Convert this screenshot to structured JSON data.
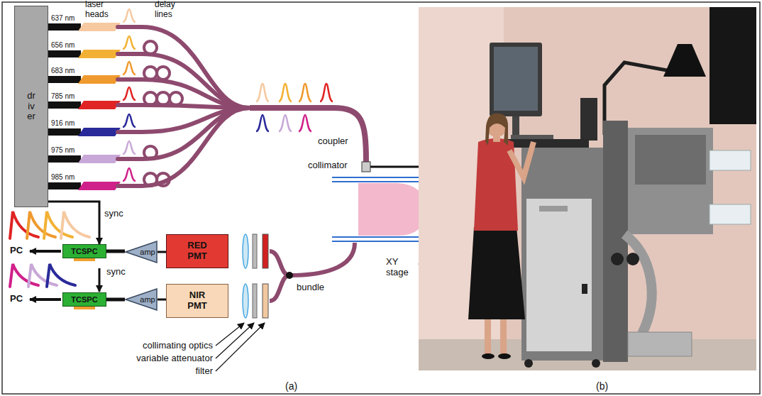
{
  "diagram": {
    "nodes": [
      {
        "text": [
          "driver"
        ]
      },
      {
        "text": [
          "TCSPC"
        ]
      },
      {
        "text": [
          "amp"
        ]
      },
      {
        "text": [
          "RED PMT"
        ]
      },
      {
        "text": [
          "TCSPC"
        ]
      },
      {
        "text": [
          "amp"
        ]
      },
      {
        "text": [
          "NIR PMT"
        ]
      }
    ],
    "edges": [
      {
        "from": 0,
        "to": 1,
        "arrow": "to",
        "label": "sync"
      },
      {
        "from": 3,
        "to": 2,
        "arrow": "none"
      },
      {
        "from": 2,
        "to": 1,
        "arrow": "none"
      },
      {
        "from": 6,
        "to": 5,
        "arrow": "none"
      },
      {
        "from": 5,
        "to": 4,
        "arrow": "none"
      }
    ],
    "labels": [
      "laser heads",
      "delay lines",
      "637 nm",
      "656 nm",
      "683 nm",
      "785 nm",
      "916 nm",
      "975 nm",
      "985 nm",
      "coupler",
      "collimator",
      "XY stage",
      "bundle",
      "sync",
      "PC",
      "PC",
      "collimating optics",
      "variable attenuator",
      "filter",
      "(a)",
      "(b)"
    ]
  }
}
